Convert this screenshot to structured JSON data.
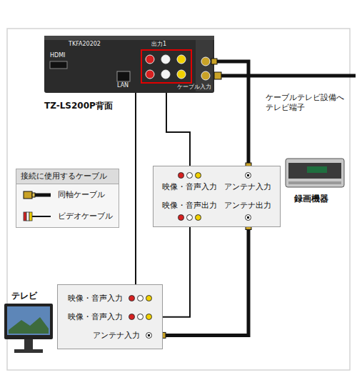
{
  "diagram": {
    "nodes": [
      {
        "text": [
          "TZ-LS200P背面",
          "TKFA20202",
          "HDMI",
          "LAN",
          "出力1",
          "ケーブル入力"
        ]
      },
      {
        "text": [
          "映像・音声入力",
          "アンテナ入力",
          "映像・音声出力",
          "アンテナ出力"
        ]
      },
      {
        "text": [
          "映像・音声入力",
          "映像・音声入力",
          "アンテナ入力"
        ]
      }
    ],
    "edges": [
      {
        "from": 0,
        "to": 1,
        "arrow": "none"
      },
      {
        "from": 0,
        "to": 2,
        "arrow": "none"
      },
      {
        "from": 1,
        "to": 2,
        "arrow": "none"
      },
      {
        "from": 0,
        "to": 1,
        "arrow": "none"
      },
      {
        "from": 1,
        "to": 2,
        "arrow": "none"
      }
    ],
    "labels": [
      "ケーブルテレビ設備へ テレビ端子",
      "録画機器",
      "テレビ",
      "接続に使用するケーブル"
    ],
    "legend": [
      {
        "text": "同軸ケーブル"
      },
      {
        "text": "ビデオケーブル"
      }
    ]
  }
}
